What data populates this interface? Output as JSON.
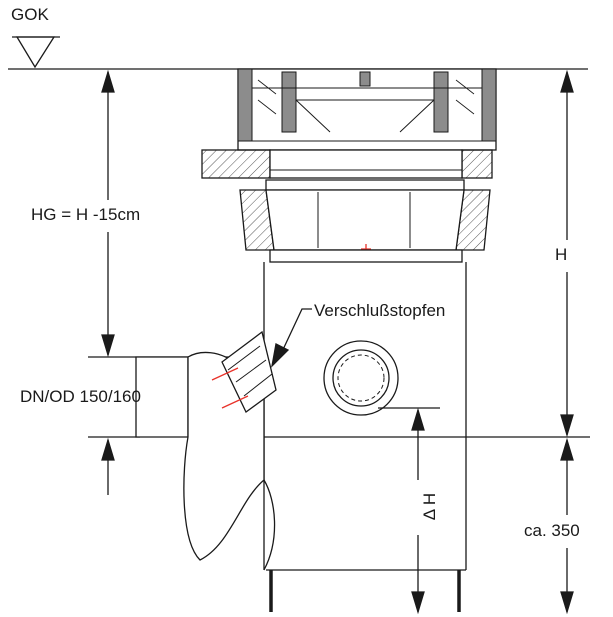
{
  "labels": {
    "ground_level": "GOK",
    "gully_height": "HG = H -15cm",
    "total_height": "H",
    "plug": "Verschlußstopfen",
    "pipe_size": "DN/OD 150/160",
    "bottom_clearance": "ca. 350",
    "delta_h": "Δ H"
  },
  "colors": {
    "line": "#1a1a1a",
    "gray_fill": "#8c8c8c",
    "hatch": "#555555",
    "accent": "#e8322a"
  }
}
